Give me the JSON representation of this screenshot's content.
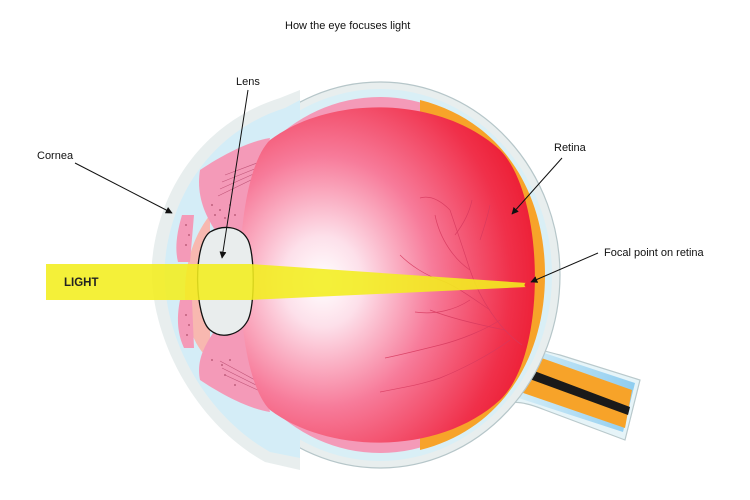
{
  "title": "How the eye focuses light",
  "labels": {
    "cornea": "Cornea",
    "lens": "Lens",
    "retina": "Retina",
    "focal_point": "Focal point on retina",
    "light": "LIGHT"
  },
  "colors": {
    "sclera_outer": "#e9eeee",
    "sclera_blue": "#cdeaf5",
    "choroid_pink": "#f49ab8",
    "retina_orange": "#f7a329",
    "vitreous_red": "#f0243a",
    "vitreous_highlight": "#ffffff",
    "lens_fill": "#e9eded",
    "light_beam": "#f2ee1e",
    "optic_nerve_core": "#1a1a1a",
    "cornea_pink": "#f8b8b0"
  }
}
